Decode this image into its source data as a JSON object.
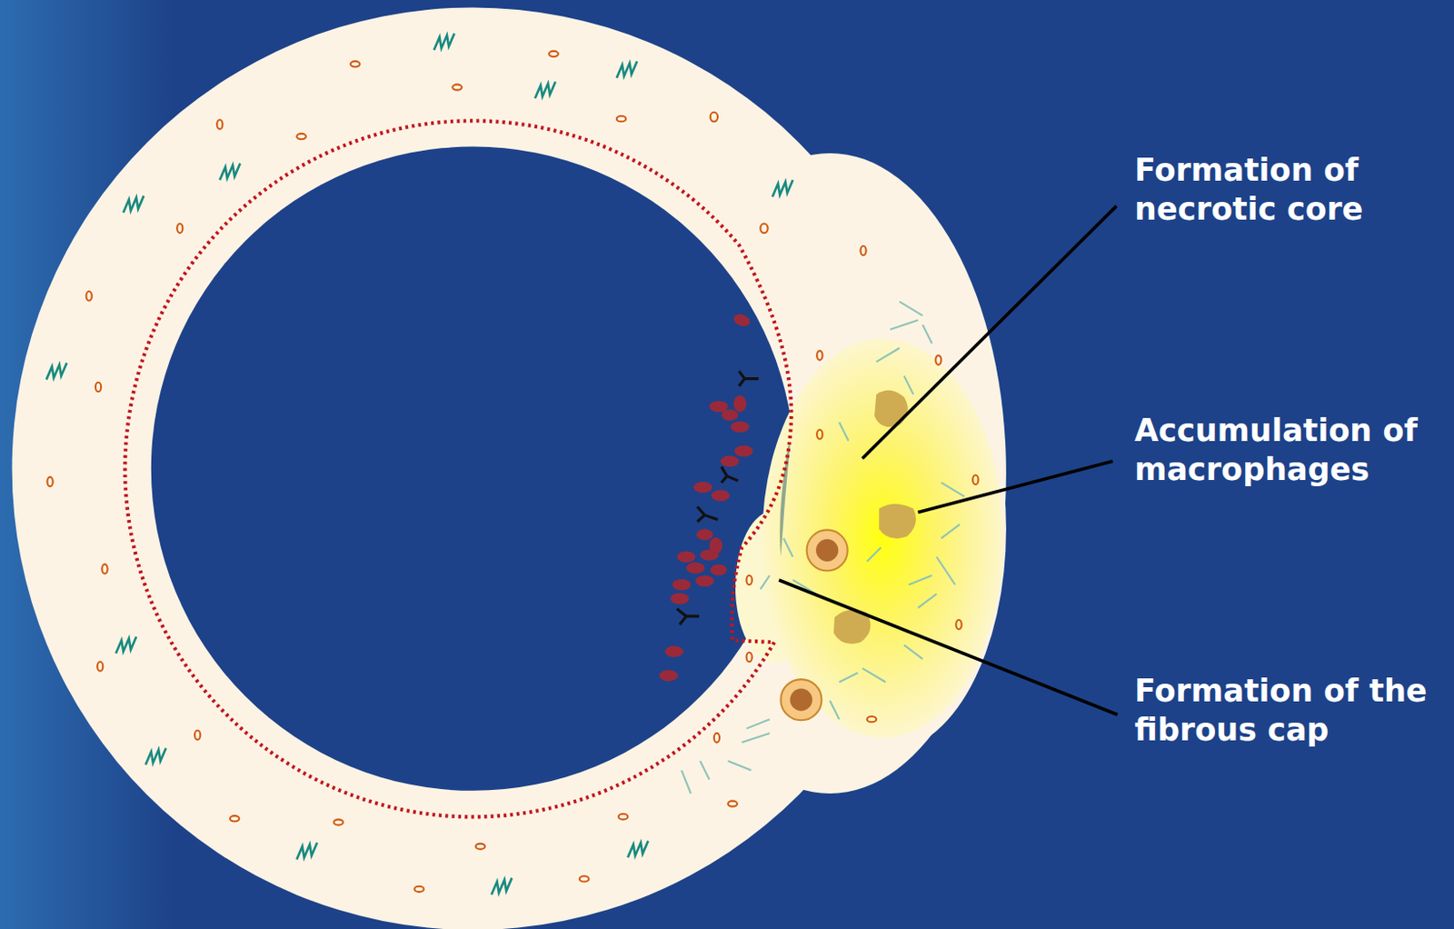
{
  "diagram": {
    "labels": [
      "Formation of necrotic core",
      "Accumulation of macrophages",
      "Formation of the fibrous cap"
    ]
  }
}
